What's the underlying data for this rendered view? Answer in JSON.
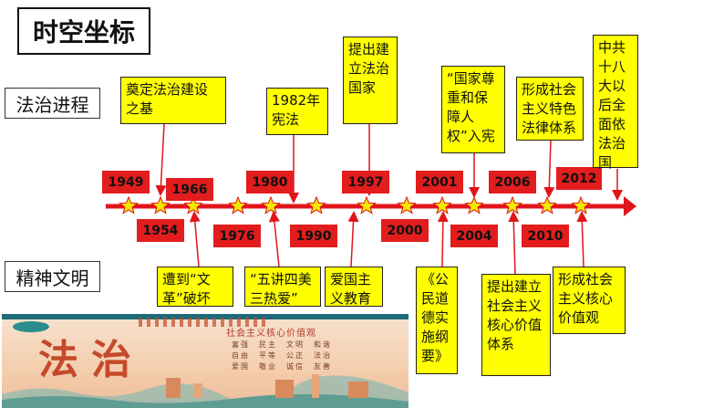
{
  "title": "时空坐标",
  "sections": {
    "law": "法治进程",
    "spirit": "精神文明"
  },
  "years_top": [
    "1949",
    "1966",
    "1980",
    "1997",
    "2001",
    "2006",
    "2012"
  ],
  "years_bottom": [
    "1954",
    "1976",
    "1990",
    "2000",
    "2004",
    "2010"
  ],
  "events_top": [
    "奠定法治建设之基",
    "1982年宪法",
    "提出建立法治国家",
    "“国家尊重和保障人权”入宪",
    "形成社会主义特色法律体系",
    "中共十八大以后全面依法治国"
  ],
  "events_bottom": [
    "遭到“文革”破坏",
    "“五讲四美三热爱”",
    "爱国主义教育",
    "《公民道德实施纲要》",
    "提出建立社会主义核心价值体系",
    "形成社会主义核心价值观"
  ],
  "banner": {
    "big": "法治",
    "headline": "社会主义核心价值观",
    "rows": [
      "富强　民主　文明　和谐",
      "自由　平等　公正　法治",
      "爱国　敬业　诚信　友善"
    ]
  },
  "colors": {
    "accent_red": "#e31d1d",
    "box_yellow": "#ffff00",
    "arrow_red": "#e0141a"
  }
}
